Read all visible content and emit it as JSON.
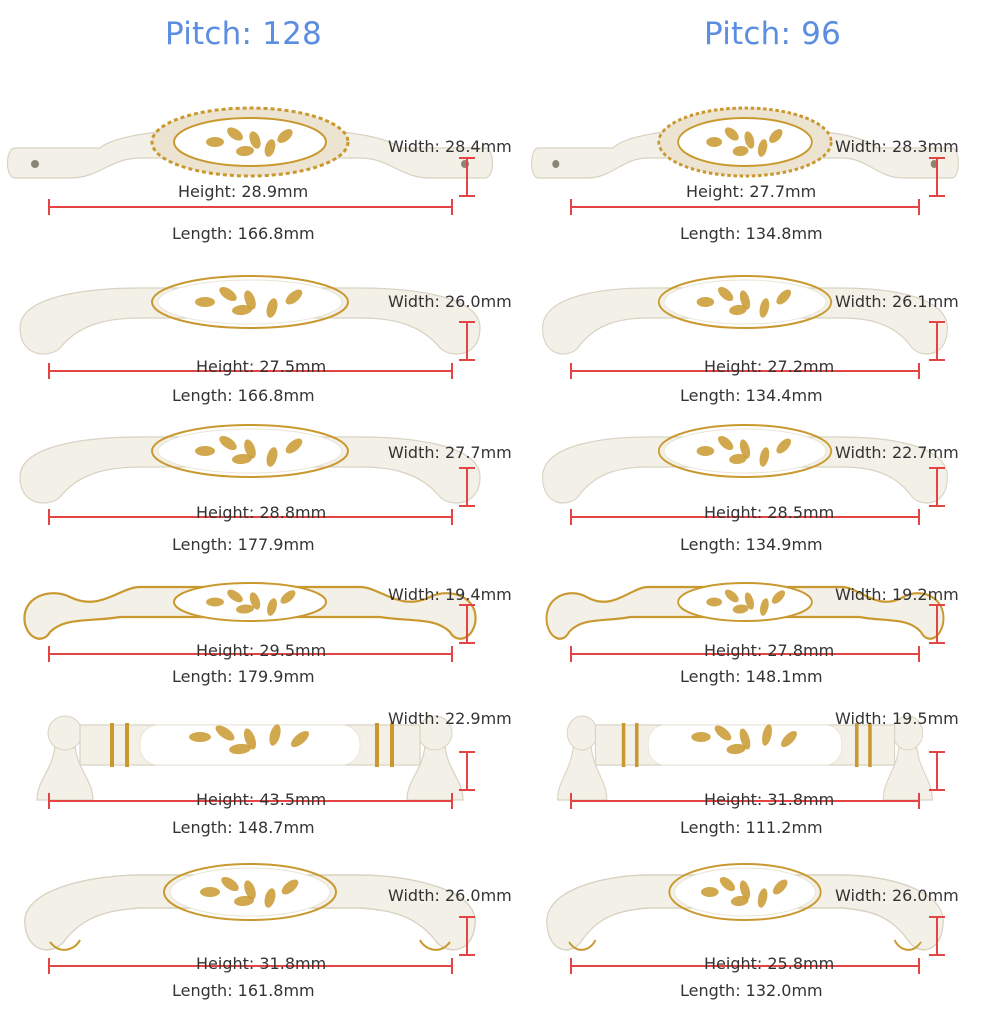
{
  "titles": {
    "left": "Pitch: 128",
    "right": "Pitch: 96"
  },
  "colors": {
    "title": "#5b8de0",
    "dimension_line": "#e34545",
    "handle_body": "#f3f0e7",
    "gold": "#c9992f",
    "porcelain": "#ffffff",
    "label": "#333333"
  },
  "left": [
    {
      "width": "Width: 28.4mm",
      "height": "Height: 28.9mm",
      "length": "Length: 166.8mm"
    },
    {
      "width": "Width: 26.0mm",
      "height": "Height: 27.5mm",
      "length": "Length: 166.8mm"
    },
    {
      "width": "Width: 27.7mm",
      "height": "Height: 28.8mm",
      "length": "Length: 177.9mm"
    },
    {
      "width": "Width: 19.4mm",
      "height": "Height: 29.5mm",
      "length": "Length: 179.9mm"
    },
    {
      "width": "Width: 22.9mm",
      "height": "Height: 43.5mm",
      "length": "Length: 148.7mm"
    },
    {
      "width": "Width: 26.0mm",
      "height": "Height: 31.8mm",
      "length": "Length: 161.8mm"
    }
  ],
  "right": [
    {
      "width": "Width: 28.3mm",
      "height": "Height: 27.7mm",
      "length": "Length: 134.8mm"
    },
    {
      "width": "Width: 26.1mm",
      "height": "Height: 27.2mm",
      "length": "Length: 134.4mm"
    },
    {
      "width": "Width: 22.7mm",
      "height": "Height: 28.5mm",
      "length": "Length: 134.9mm"
    },
    {
      "width": "Width: 19.2mm",
      "height": "Height: 27.8mm",
      "length": "Length: 148.1mm"
    },
    {
      "width": "Width: 19.5mm",
      "height": "Height: 31.8mm",
      "length": "Length: 111.2mm"
    },
    {
      "width": "Width: 26.0mm",
      "height": "Height: 25.8mm",
      "length": "Length: 132.0mm"
    }
  ]
}
